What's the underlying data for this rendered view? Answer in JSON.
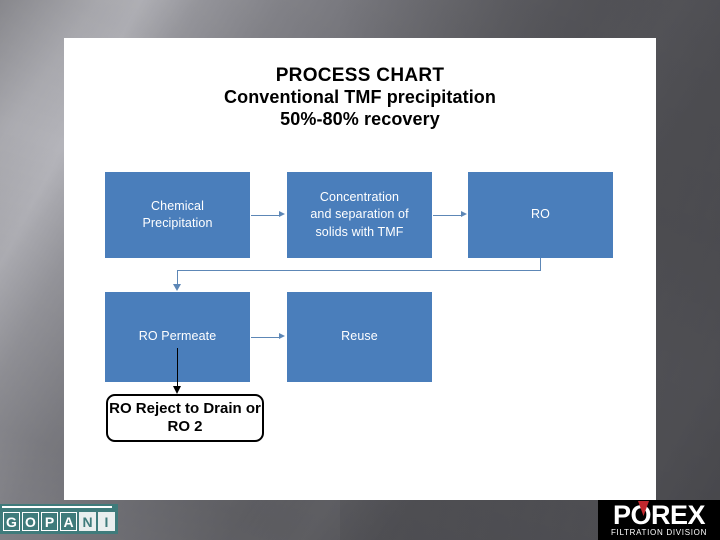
{
  "slide": {
    "title": {
      "line1": "PROCESS CHART",
      "line2": "Conventional TMF precipitation",
      "line3": "50%-80% recovery"
    },
    "colors": {
      "box_fill": "#4a7ebb",
      "box_text": "#ffffff",
      "connector": "#5d87b6",
      "black_connector": "#000000",
      "canvas": "#ffffff",
      "gopani_teal": "#3f7b7b",
      "porex_red": "#c1272d"
    }
  },
  "flowchart": {
    "type": "process-flow",
    "nodes": [
      {
        "id": "chemical-precipitation",
        "label": "Chemical Precipitation",
        "lines": [
          "Chemical",
          "Precipitation"
        ],
        "shape": "rect",
        "fill": "#4a7ebb",
        "row": 1,
        "col": 1
      },
      {
        "id": "concentration-separation",
        "label": "Concentration and separation of solids with TMF",
        "lines": [
          "Concentration",
          "and separation of",
          "solids with TMF"
        ],
        "shape": "rect",
        "fill": "#4a7ebb",
        "row": 1,
        "col": 2
      },
      {
        "id": "ro",
        "label": "RO",
        "lines": [
          "RO"
        ],
        "shape": "rect",
        "fill": "#4a7ebb",
        "row": 1,
        "col": 3
      },
      {
        "id": "ro-permeate",
        "label": "RO Permeate",
        "lines": [
          "RO Permeate"
        ],
        "shape": "rect",
        "fill": "#4a7ebb",
        "row": 2,
        "col": 1
      },
      {
        "id": "reuse",
        "label": "Reuse",
        "lines": [
          "Reuse"
        ],
        "shape": "rect",
        "fill": "#4a7ebb",
        "row": 2,
        "col": 2
      },
      {
        "id": "ro-reject",
        "label": "RO Reject to Drain or RO 2",
        "lines": [
          "RO Reject to",
          "Drain or RO 2"
        ],
        "shape": "rounded-rect-outline",
        "fill": "#ffffff",
        "row": 3,
        "col": 1
      }
    ],
    "edges": [
      {
        "from": "chemical-precipitation",
        "to": "concentration-separation",
        "style": "arrow",
        "color": "#5d87b6"
      },
      {
        "from": "concentration-separation",
        "to": "ro",
        "style": "arrow",
        "color": "#5d87b6"
      },
      {
        "from": "ro",
        "to": "ro-permeate",
        "style": "elbow-arrow",
        "color": "#5d87b6"
      },
      {
        "from": "ro-permeate",
        "to": "reuse",
        "style": "arrow",
        "color": "#5d87b6"
      },
      {
        "from": "ro-permeate",
        "to": "ro-reject",
        "style": "arrow",
        "color": "#000000"
      }
    ]
  },
  "branding": {
    "gopani": {
      "name": "GOPANI",
      "letters": [
        {
          "char": "G",
          "inverted": false
        },
        {
          "char": "O",
          "inverted": false
        },
        {
          "char": "P",
          "inverted": false
        },
        {
          "char": "A",
          "inverted": false
        },
        {
          "char": "N",
          "inverted": true
        },
        {
          "char": "I",
          "inverted": true
        }
      ]
    },
    "porex": {
      "wordmark": "POREX",
      "subline": "FILTRATION DIVISION"
    }
  }
}
